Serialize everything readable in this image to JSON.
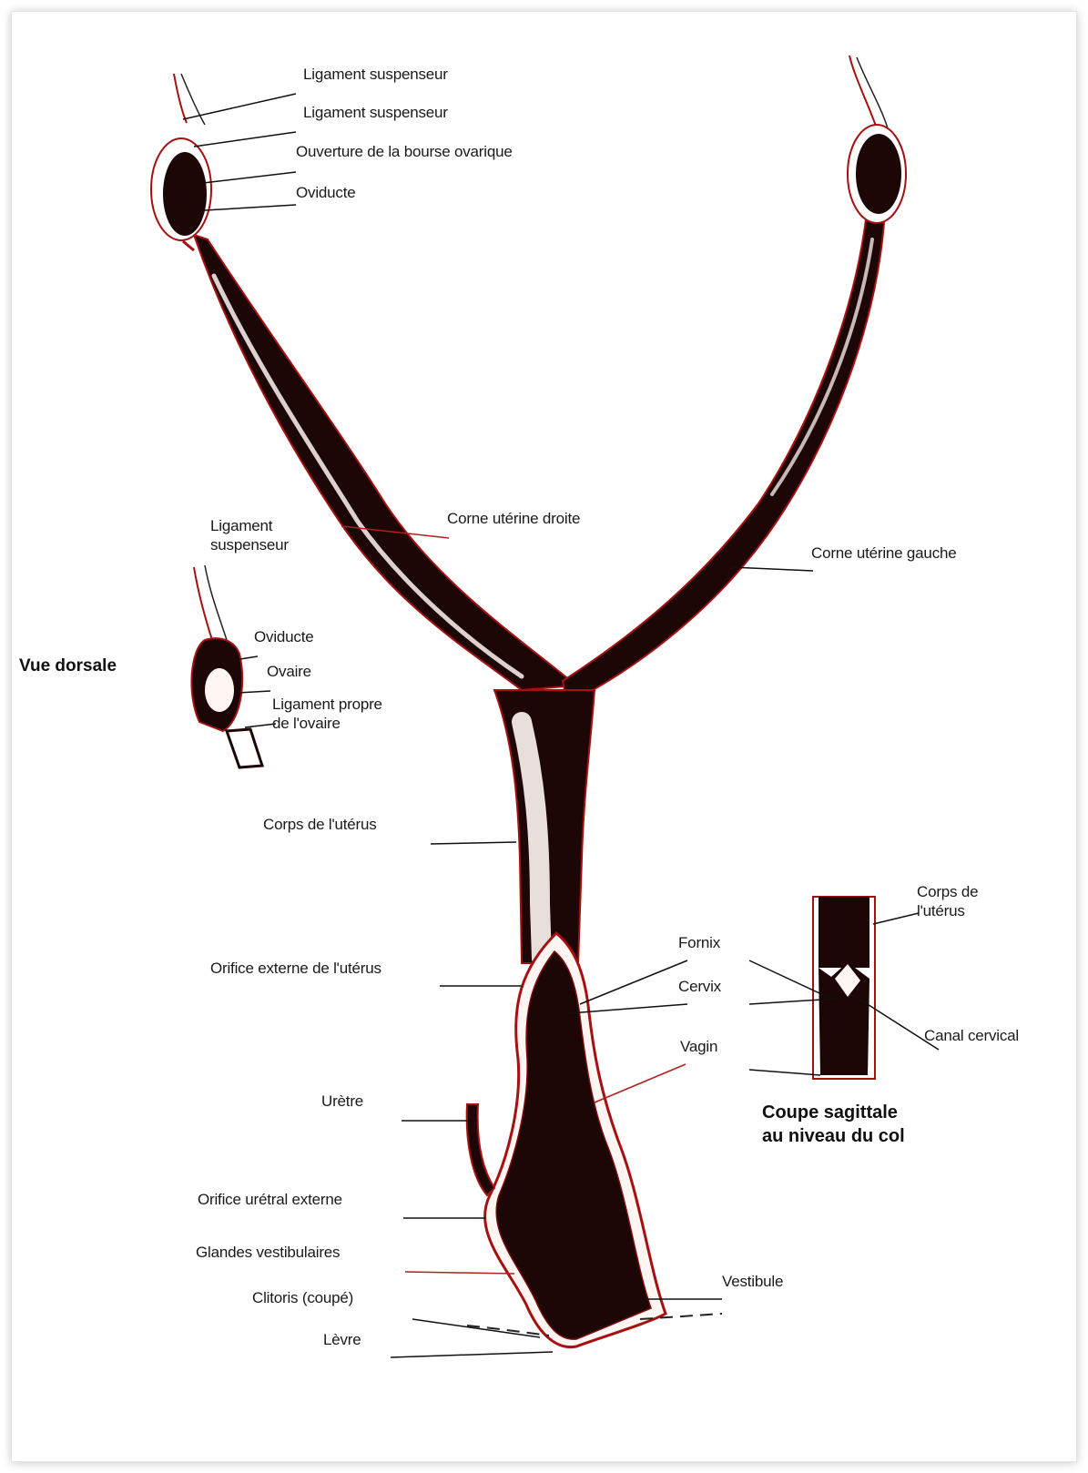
{
  "views": {
    "dorsal_title": "Vue dorsale",
    "sagittal_title": "Coupe sagittale\nau niveau du col"
  },
  "labels": {
    "lig_susp_1": "Ligament suspenseur",
    "lig_susp_2": "Ligament suspenseur",
    "ouverture_bourse": "Ouverture de la bourse ovarique",
    "oviducte_top": "Oviducte",
    "corne_droite": "Corne utérine droite",
    "corne_gauche": "Corne utérine gauche",
    "lig_susp_small": "Ligament\nsuspenseur",
    "oviducte_small": "Oviducte",
    "ovaire": "Ovaire",
    "lig_propre": "Ligament propre\nde l'ovaire",
    "corps_uterus": "Corps de l'utérus",
    "orifice_externe": "Orifice externe de l'utérus",
    "fornix": "Fornix",
    "cervix": "Cervix",
    "vagin": "Vagin",
    "uretre": "Urètre",
    "orifice_uretral": "Orifice urétral externe",
    "glandes": "Glandes vestibulaires",
    "clitoris": "Clitoris (coupé)",
    "levre": "Lèvre",
    "vestibule": "Vestibule",
    "corps_uterus_2": "Corps de\nl'utérus",
    "canal_cervical": "Canal cervical"
  },
  "colors": {
    "organ_dark": "#1c0606",
    "organ_outline": "#a51010",
    "leader_red": "#b02020",
    "leader_black": "#111111",
    "lumen_light": "#fff6f4"
  }
}
